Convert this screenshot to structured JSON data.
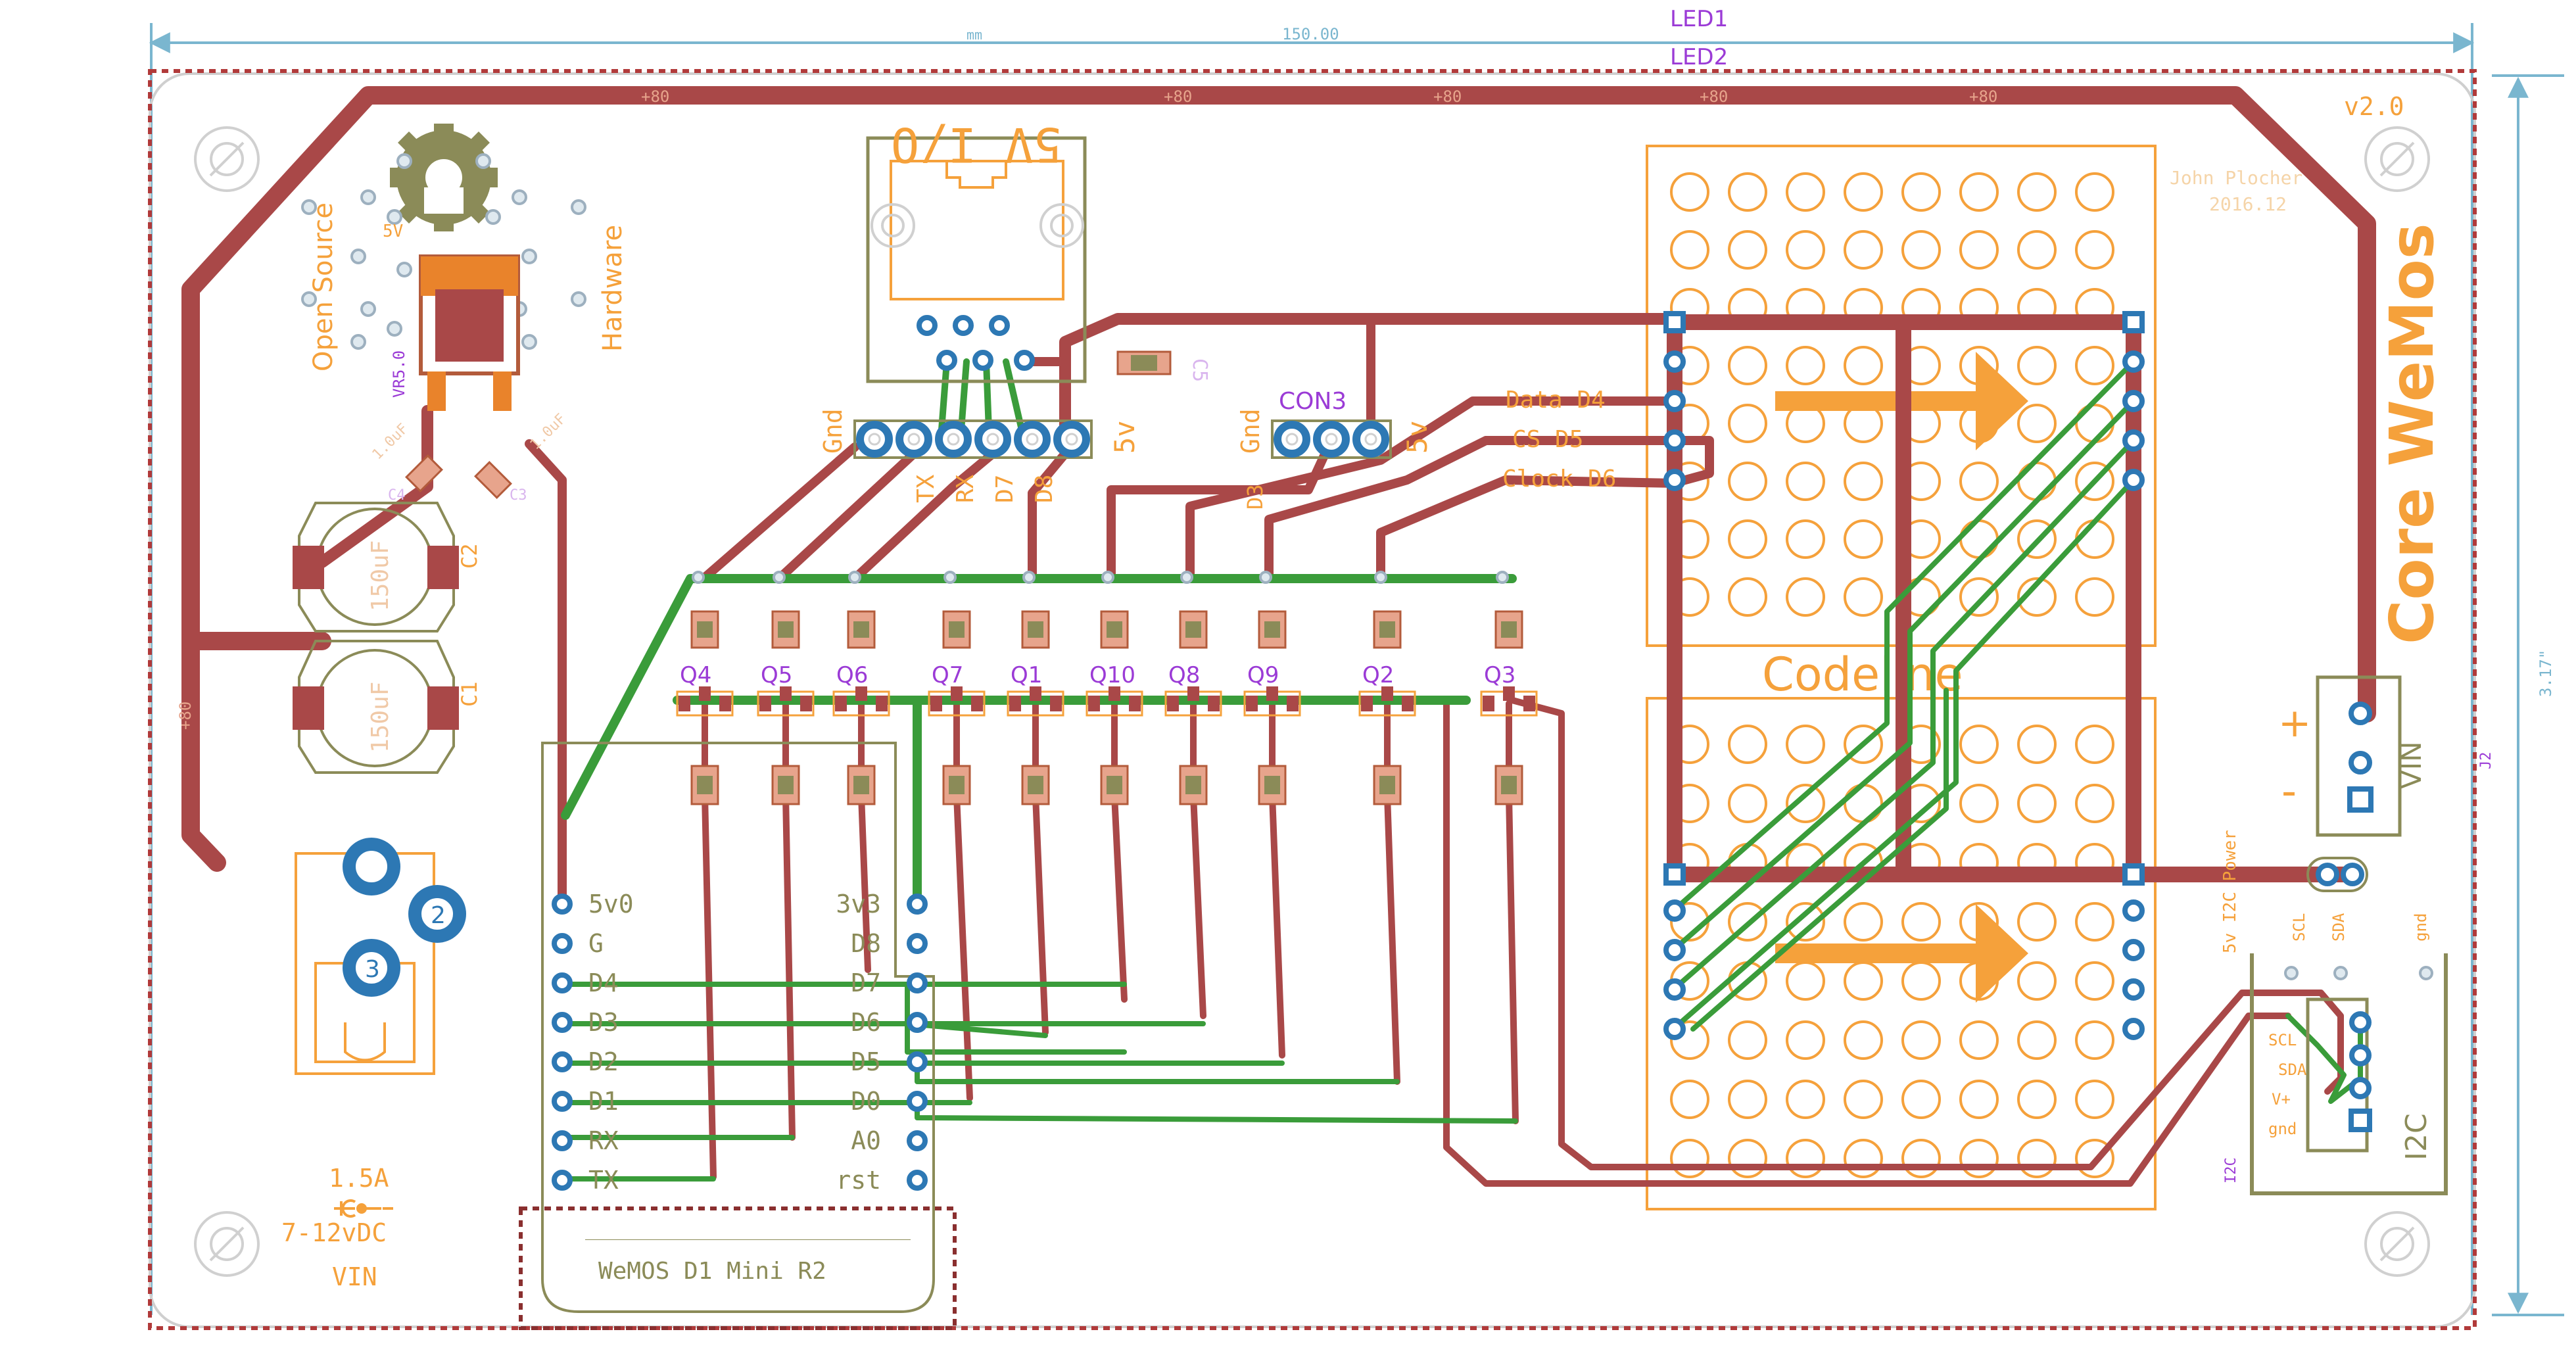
{
  "colors": {
    "trace_top": "#a94848",
    "trace_bottom": "#3a9c3a",
    "silk": "#f5a13b",
    "outline": "#8b8b58",
    "pad": "#2d78b4",
    "name": "#9b3bd6",
    "dim": "#7ab6cf",
    "border": "#b13a3a",
    "via": "#9db0bf"
  },
  "dimensions": {
    "width_unit": "mm",
    "width_value": "150.00",
    "height_value": "3.17\""
  },
  "board": {
    "version": "v2.0",
    "title": "Core WeMos",
    "author": "John Plocher",
    "date": "2016.12",
    "oshw_left": "Open Source",
    "oshw_right": "Hardware",
    "reg_name": "VR5.0",
    "reg_label": "5V",
    "codeline": "Codeline"
  },
  "led_labels": [
    "LED1",
    "LED2"
  ],
  "width_markers": [
    "+80",
    "+80",
    "+80",
    "+80",
    "+80",
    "+80"
  ],
  "io_connector": {
    "title": "5V I/O",
    "left": "Gnd",
    "right": "5v",
    "pins": [
      "TX",
      "RX",
      "D7",
      "D8"
    ],
    "cap": "C5"
  },
  "con3": {
    "name": "CON3",
    "left": "Gnd",
    "right": "5v",
    "pin": "D3"
  },
  "display_signals": [
    "Data D4",
    "CS D5",
    "Clock D6"
  ],
  "caps": [
    "C2",
    "C1",
    "C3",
    "C4"
  ],
  "cap_value": "150uF",
  "small_cap_value": "1.0uF",
  "transistors": [
    "Q4",
    "Q5",
    "Q6",
    "Q7",
    "Q1",
    "Q10",
    "Q8",
    "Q9",
    "Q2",
    "Q3"
  ],
  "wemos": {
    "name": "WeMOS D1 Mini R2",
    "left_pins": [
      "5v0",
      "G",
      "D4",
      "D3",
      "D2",
      "D1",
      "RX",
      "TX"
    ],
    "right_pins": [
      "3v3",
      "D8",
      "D7",
      "D6",
      "D5",
      "D0",
      "A0",
      "rst"
    ]
  },
  "power": {
    "current": "1.5A",
    "voltage": "7-12vDC",
    "vin": "VIN",
    "jack_pins": [
      "2",
      "3"
    ],
    "vin_conn": "VIN",
    "plus": "+",
    "minus": "-",
    "j2": "J2",
    "i2c_power": "5v I2C Power"
  },
  "i2c": {
    "name": "I2C",
    "pins_top": [
      "SCL",
      "SDA",
      "gnd"
    ],
    "pins_inner": [
      "SCL",
      "SDA",
      "V+",
      "gnd"
    ],
    "vplus": "V+"
  }
}
